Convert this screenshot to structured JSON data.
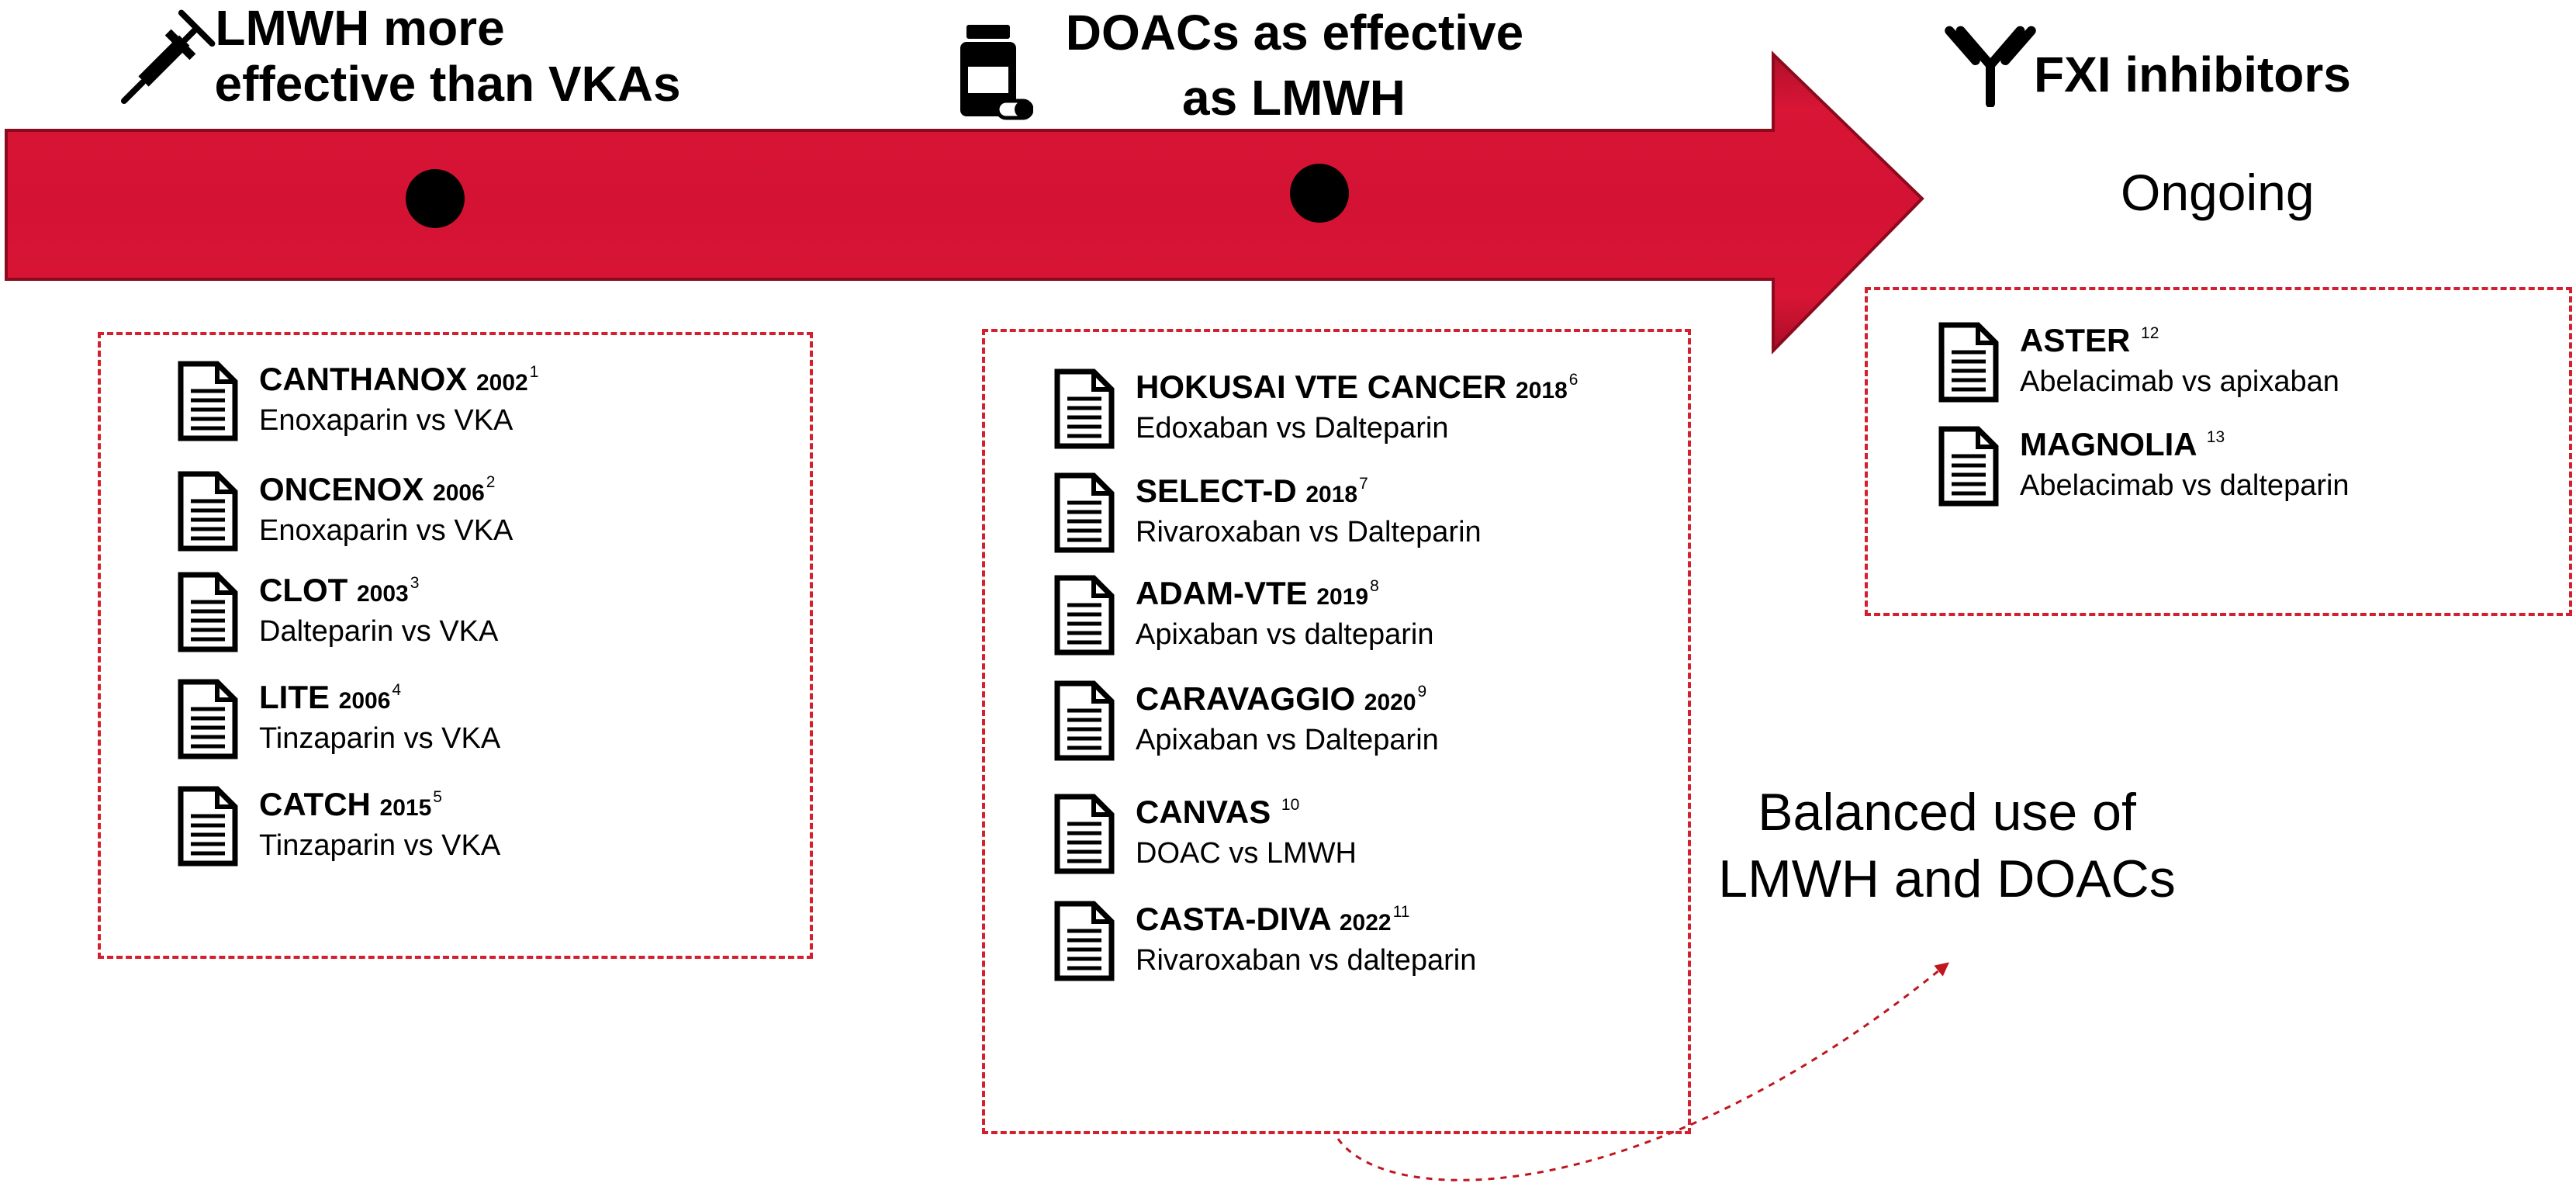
{
  "colors": {
    "arrow": "#d41233",
    "arrow_edge": "#8b0a1e",
    "box_border": "#d4202e",
    "dot": "#000000"
  },
  "phases": [
    {
      "title_line1": "LMWH more",
      "title_line2": "effective than VKAs",
      "icon": "syringe-icon",
      "trials": [
        {
          "name": "CANTHANOX",
          "year": "2002",
          "ref": "1",
          "desc": "Enoxaparin vs VKA"
        },
        {
          "name": "ONCENOX",
          "year": "2006",
          "ref": "2",
          "desc": "Enoxaparin vs VKA"
        },
        {
          "name": "CLOT",
          "year": "2003",
          "ref": "3",
          "desc": "Dalteparin vs VKA"
        },
        {
          "name": "LITE",
          "year": "2006",
          "ref": "4",
          "desc": "Tinzaparin vs VKA"
        },
        {
          "name": "CATCH",
          "year": "2015",
          "ref": "5",
          "desc": "Tinzaparin vs VKA"
        }
      ]
    },
    {
      "title_line1": "DOACs as effective",
      "title_line2": "as LMWH",
      "icon": "pill-bottle-icon",
      "trials": [
        {
          "name": "HOKUSAI VTE CANCER",
          "year": "2018",
          "ref": "6",
          "desc": "Edoxaban vs Dalteparin"
        },
        {
          "name": "SELECT-D",
          "year": "2018",
          "ref": "7",
          "desc": "Rivaroxaban  vs Dalteparin"
        },
        {
          "name": "ADAM-VTE",
          "year": "2019",
          "ref": "8",
          "desc": "Apixaban vs dalteparin"
        },
        {
          "name": "CARAVAGGIO",
          "year": "2020",
          "ref": "9",
          "desc": "Apixaban vs Dalteparin"
        },
        {
          "name": "CANVAS",
          "year": "",
          "ref": "10",
          "desc": "DOAC vs LMWH"
        },
        {
          "name": "CASTA-DIVA",
          "year": "2022",
          "ref": "11",
          "desc": "Rivaroxaban vs dalteparin"
        }
      ]
    },
    {
      "title_line1": "FXI inhibitors",
      "status": "Ongoing",
      "icon": "antibody-icon",
      "trials": [
        {
          "name": "ASTER",
          "year": "",
          "ref": "12",
          "desc": "Abelacimab vs apixaban"
        },
        {
          "name": "MAGNOLIA",
          "year": "",
          "ref": "13",
          "desc": "Abelacimab vs dalteparin"
        }
      ]
    }
  ],
  "balanced": {
    "line1": "Balanced use of",
    "line2": "LMWH and DOACs"
  }
}
